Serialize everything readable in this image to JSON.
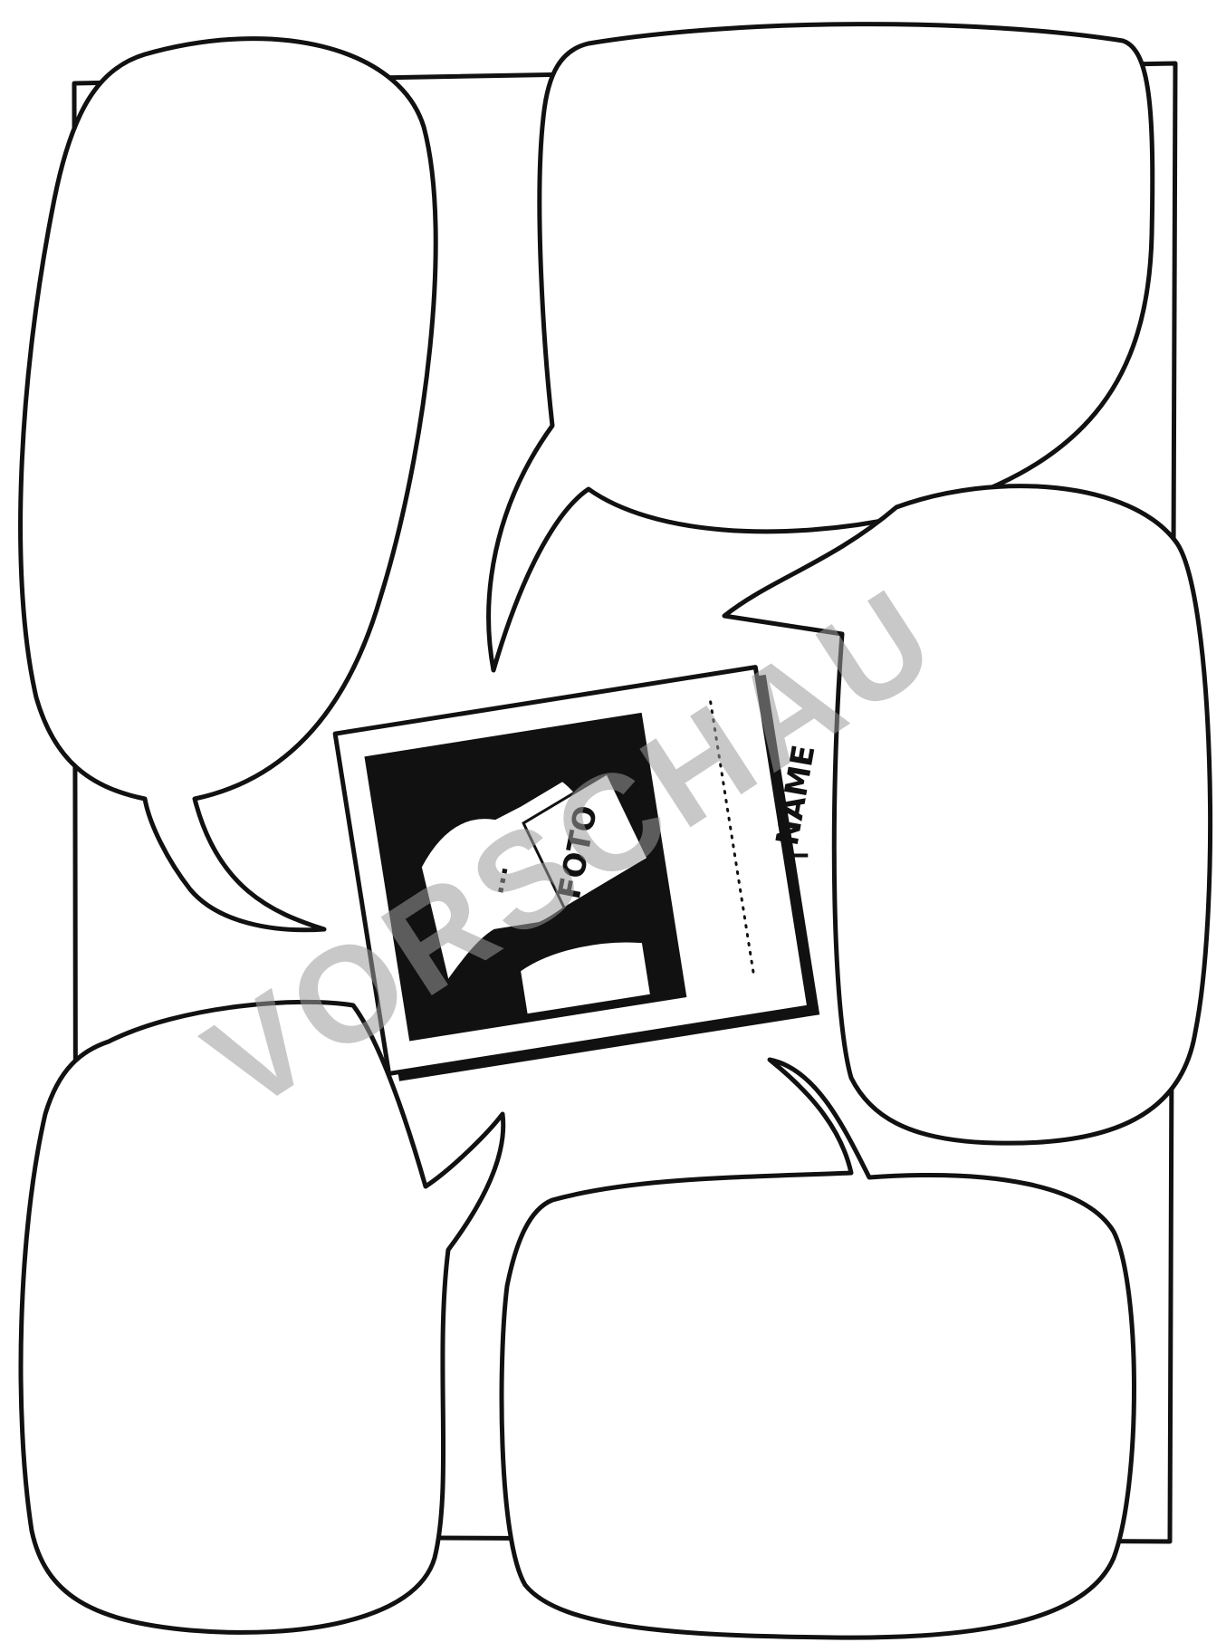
{
  "worksheet": {
    "photo_label": "FOTO",
    "photo_sign": "...",
    "name_label": "NAME",
    "name_arrow": "←"
  },
  "watermark": {
    "text": "VORSCHAU",
    "color": "#9a9a9a"
  },
  "colors": {
    "ink": "#111111",
    "paper": "#ffffff"
  },
  "speech_bubbles": [
    {
      "position": "top-left",
      "content": ""
    },
    {
      "position": "top-right",
      "content": ""
    },
    {
      "position": "middle-right",
      "content": ""
    },
    {
      "position": "bottom-left",
      "content": ""
    },
    {
      "position": "bottom-right",
      "content": ""
    }
  ]
}
